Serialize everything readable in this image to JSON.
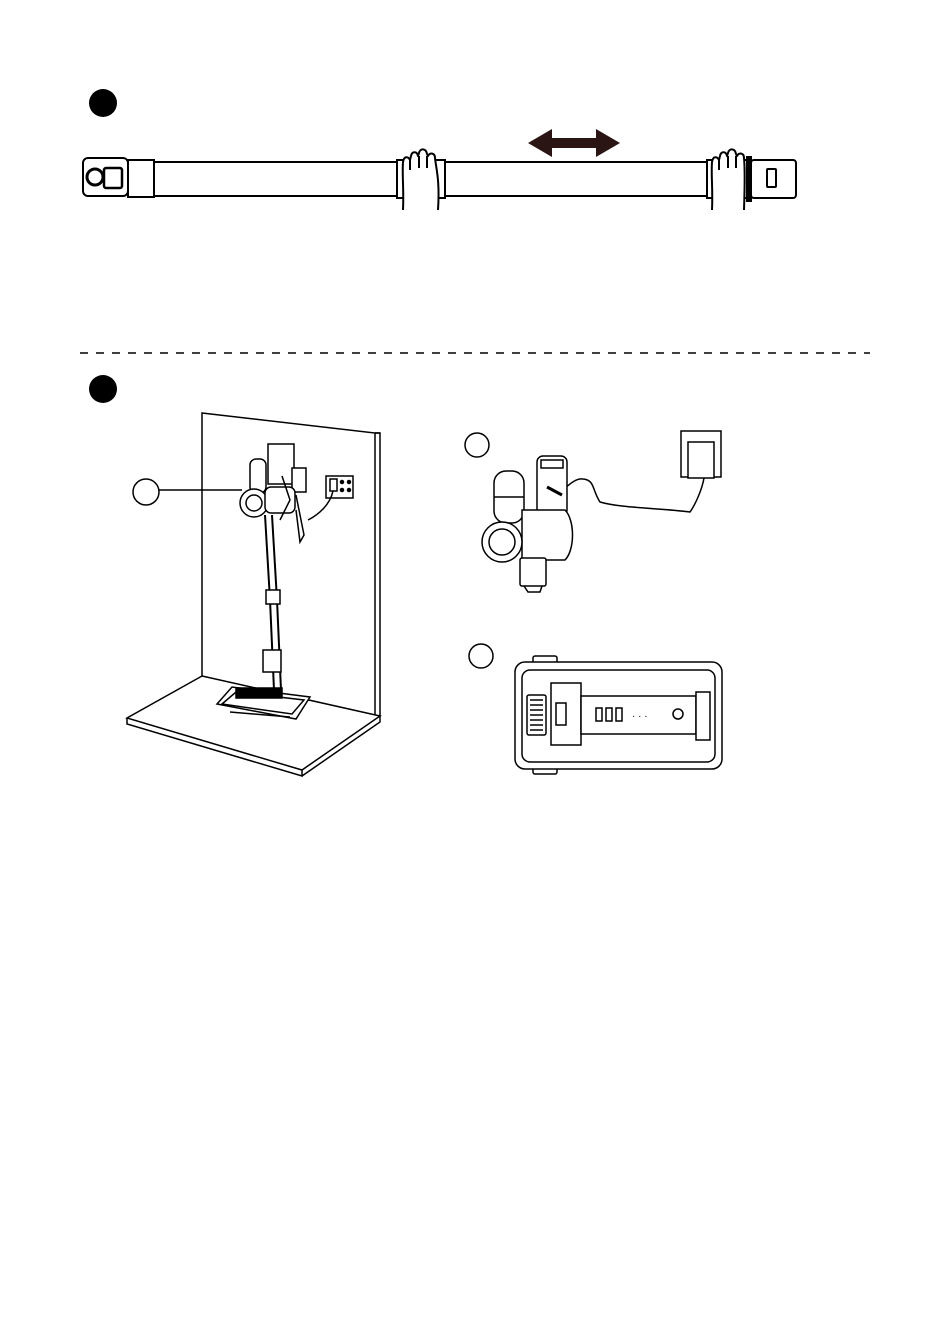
{
  "page": {
    "sections": [
      {
        "id": "step-1",
        "badge": "filled-circle"
      },
      {
        "id": "step-2",
        "badge": "filled-circle"
      }
    ],
    "illustrations": {
      "tube": {
        "icons": [
          "hand-icon",
          "double-arrow-icon"
        ]
      },
      "dock": {
        "callout": "empty-circle"
      },
      "charging": {
        "callout": "empty-circle"
      },
      "indicator": {
        "callout": "empty-circle",
        "dots": "· · ·"
      }
    },
    "colors": {
      "ink": "#000000",
      "tube_fill": "#ffffff",
      "arrow": "#2a1414"
    }
  }
}
